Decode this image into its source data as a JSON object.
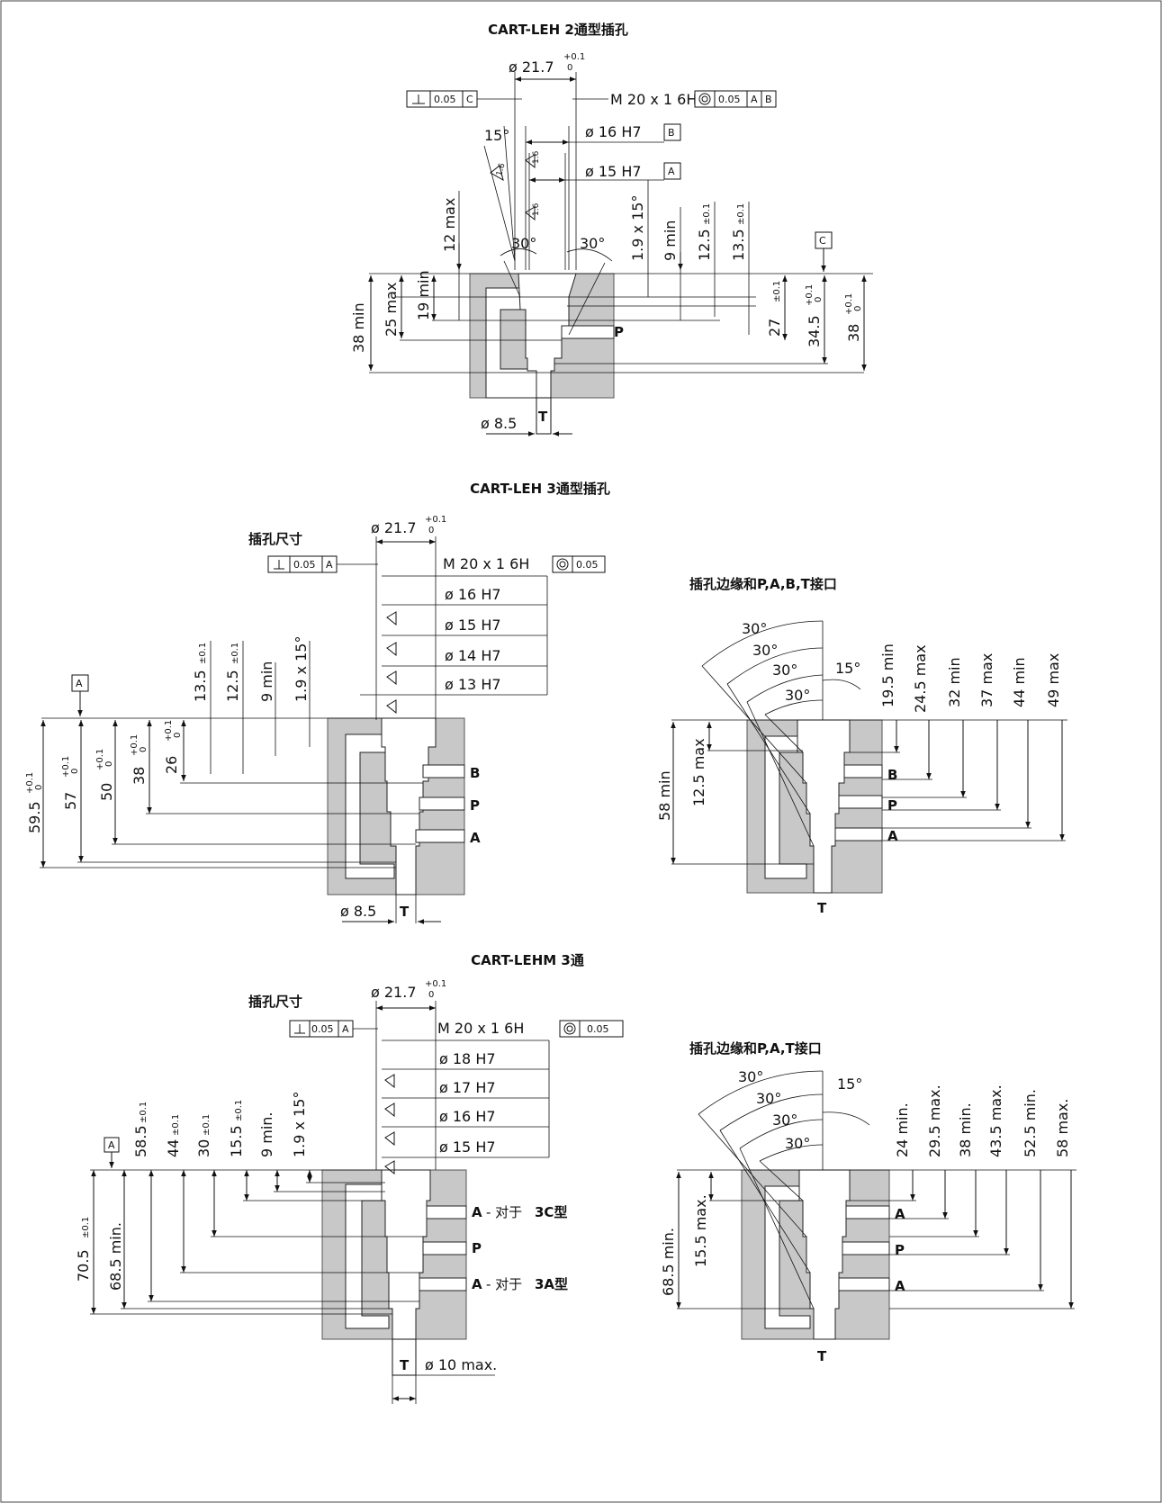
{
  "diagram1": {
    "title": "CART-LEH 2通型插孔",
    "dia_top": "ø 21.7",
    "dia_top_tol_up": "+0.1",
    "dia_top_tol_lo": "0",
    "thread": "M 20 x 1  6H",
    "perp_tol": "0.05",
    "perp_ref": "C",
    "conc_tol": "0.05",
    "conc_ref_a": "A",
    "conc_ref_b": "B",
    "angle_15": "15°",
    "dia_16": "ø 16 H7",
    "ref_b": "B",
    "dia_15": "ø 15 H7",
    "ref_a": "A",
    "max12": "12 max",
    "angle_30_l": "30°",
    "angle_30_r": "30°",
    "chamfer": "1.9 x 15°",
    "min9": "9 min",
    "d12_5": "12.5",
    "d13_5": "13.5",
    "tol01": "±0.1",
    "ref_c": "C",
    "min38": "38 min",
    "max25": "25 max",
    "min19": "19 min",
    "d27": "27",
    "d34_5": "34.5",
    "d38": "38",
    "tol_up": "+0.1",
    "tol_lo": "0",
    "port_p": "P",
    "port_t": "T",
    "dia_85": "ø 8.5",
    "rough": "1.6"
  },
  "diagram2": {
    "title": "CART-LEH 3通型插孔",
    "sub_left": "插孔尺寸",
    "dia_top": "ø 21.7",
    "thread": "M 20 x 1  6H",
    "perp_tol": "0.05",
    "perp_ref": "A",
    "conc_tol": "0.05",
    "bores": [
      "ø 16 H7",
      "ø 15 H7",
      "ø 14 H7",
      "ø 13 H7"
    ],
    "ref_a": "A",
    "d13_5": "13.5",
    "d12_5": "12.5",
    "min9": "9 min",
    "chamfer": "1.9 x 15°",
    "d26": "26",
    "d38": "38",
    "d50": "50",
    "d57": "57",
    "d59_5": "59.5",
    "tol01": "±0.1",
    "tol_up": "+0.1",
    "tol_lo": "0",
    "ports": [
      "B",
      "P",
      "A"
    ],
    "port_t": "T",
    "dia_85": "ø 8.5",
    "sub_right": "插孔边缘和P,A,B,T接口",
    "angles": [
      "30°",
      "30°",
      "30°",
      "30°"
    ],
    "angle_15": "15°",
    "right_dims": [
      "19.5 min",
      "24.5 max",
      "32 min",
      "37 max",
      "44 min",
      "49 max"
    ],
    "min58": "58 min",
    "max12_5": "12.5 max"
  },
  "diagram3": {
    "title": "CART-LEHM 3通",
    "sub_left": "插孔尺寸",
    "dia_top": "ø 21.7",
    "thread": "M 20 x 1  6H",
    "perp_tol": "0.05",
    "perp_ref": "A",
    "conc_tol": "0.05",
    "bores": [
      "ø 18 H7",
      "ø 17 H7",
      "ø 16 H7",
      "ø 15 H7"
    ],
    "ref_a": "A",
    "d58_5": "58.5",
    "d44": "44",
    "d30": "30",
    "d15_5": "15.5",
    "min9": "9 min.",
    "chamfer": "1.9 x 15°",
    "d70_5": "70.5",
    "min68_5": "68.5 min.",
    "tol01": "±0.1",
    "ports": [
      "A",
      "P",
      "A"
    ],
    "port_notes": [
      " - 对于",
      " - 对于"
    ],
    "port_note_bold": [
      "3C型",
      "3A型"
    ],
    "port_t": "T",
    "dia_10": "ø 10 max.",
    "sub_right": "插孔边缘和P,A,T接口",
    "right_dims": [
      "24 min.",
      "29.5 max.",
      "38 min.",
      "43.5 max.",
      "52.5 min.",
      "58 max."
    ],
    "left_min68_5": "68.5 min.",
    "max15_5": "15.5 max."
  }
}
